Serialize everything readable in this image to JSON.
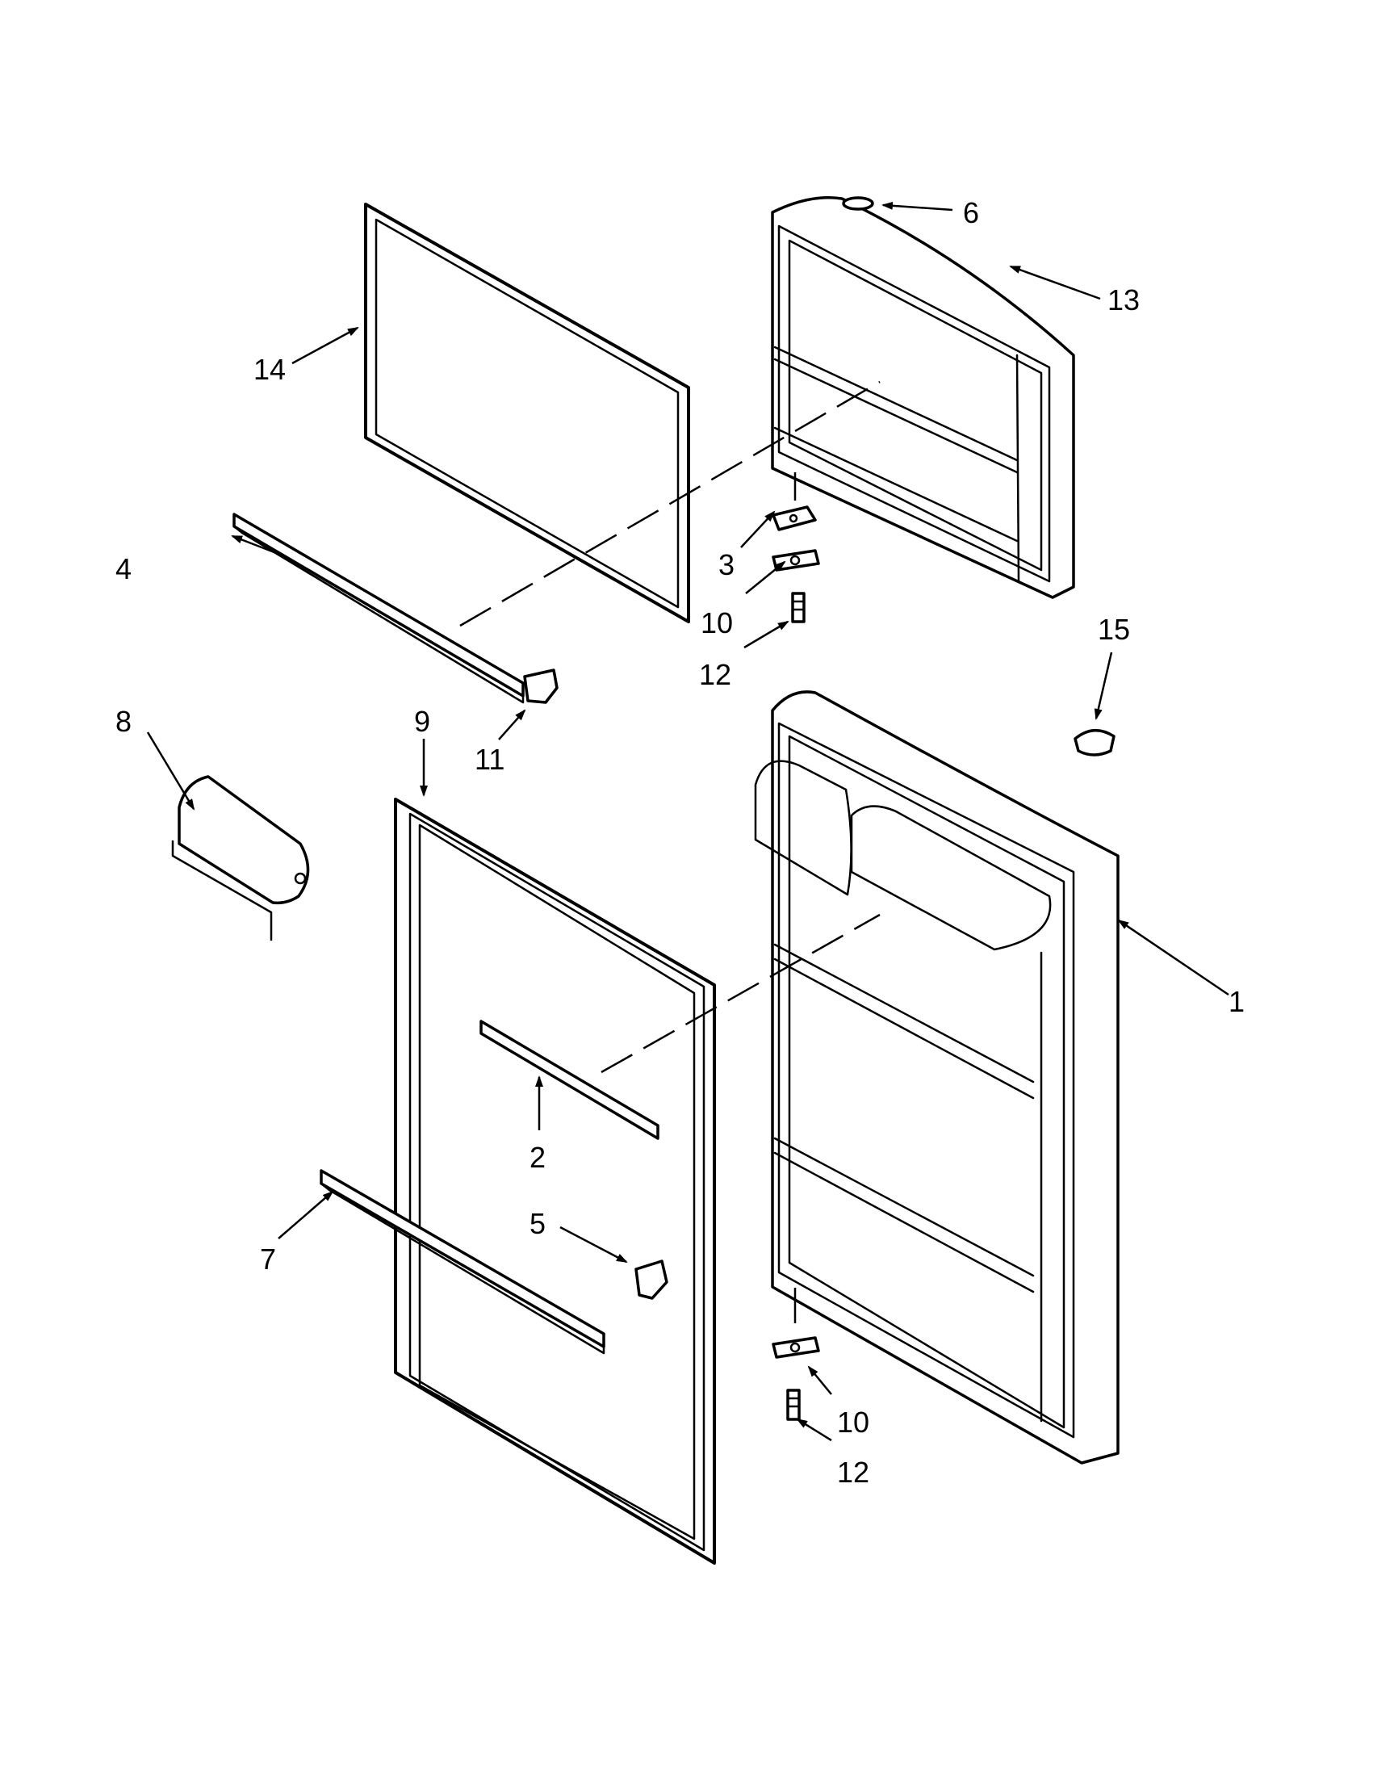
{
  "callouts": {
    "c1": "1",
    "c2": "2",
    "c3": "3",
    "c4": "4",
    "c5": "5",
    "c6": "6",
    "c7": "7",
    "c8": "8",
    "c9": "9",
    "c10a": "10",
    "c10b": "10",
    "c11": "11",
    "c12a": "12",
    "c12b": "12",
    "c13": "13",
    "c14": "14",
    "c15": "15"
  },
  "colors": {
    "line": "#000000",
    "background": "#ffffff"
  }
}
